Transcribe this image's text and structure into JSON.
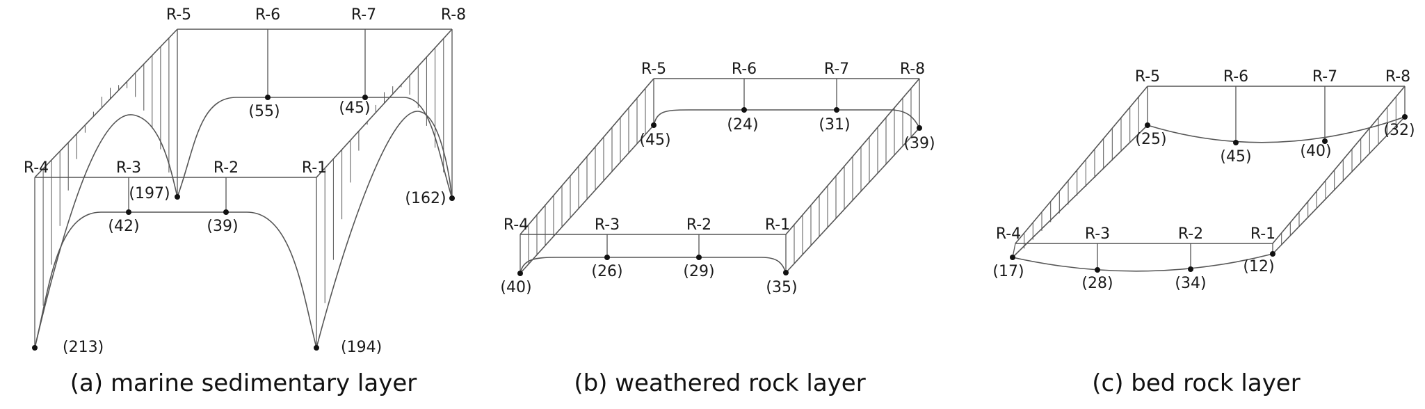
{
  "figure": {
    "panels": [
      {
        "caption": "(a) marine sedimentary layer",
        "points": [
          {
            "label": "R-1",
            "value": "(194)"
          },
          {
            "label": "R-2",
            "value": "(39)"
          },
          {
            "label": "R-3",
            "value": "(42)"
          },
          {
            "label": "R-4",
            "value": "(213)"
          },
          {
            "label": "R-5",
            "value": "(197)"
          },
          {
            "label": "R-6",
            "value": "(55)"
          },
          {
            "label": "R-7",
            "value": "(45)"
          },
          {
            "label": "R-8",
            "value": "(162)"
          }
        ]
      },
      {
        "caption": "(b) weathered rock layer",
        "points": [
          {
            "label": "R-1",
            "value": "(35)"
          },
          {
            "label": "R-2",
            "value": "(29)"
          },
          {
            "label": "R-3",
            "value": "(26)"
          },
          {
            "label": "R-4",
            "value": "(40)"
          },
          {
            "label": "R-5",
            "value": "(45)"
          },
          {
            "label": "R-6",
            "value": "(24)"
          },
          {
            "label": "R-7",
            "value": "(31)"
          },
          {
            "label": "R-8",
            "value": "(39)"
          }
        ]
      },
      {
        "caption": "(c) bed rock layer",
        "points": [
          {
            "label": "R-1",
            "value": "(12)"
          },
          {
            "label": "R-2",
            "value": "(34)"
          },
          {
            "label": "R-3",
            "value": "(28)"
          },
          {
            "label": "R-4",
            "value": "(17)"
          },
          {
            "label": "R-5",
            "value": "(25)"
          },
          {
            "label": "R-6",
            "value": "(45)"
          },
          {
            "label": "R-7",
            "value": "(40)"
          },
          {
            "label": "R-8",
            "value": "(32)"
          }
        ]
      }
    ]
  }
}
